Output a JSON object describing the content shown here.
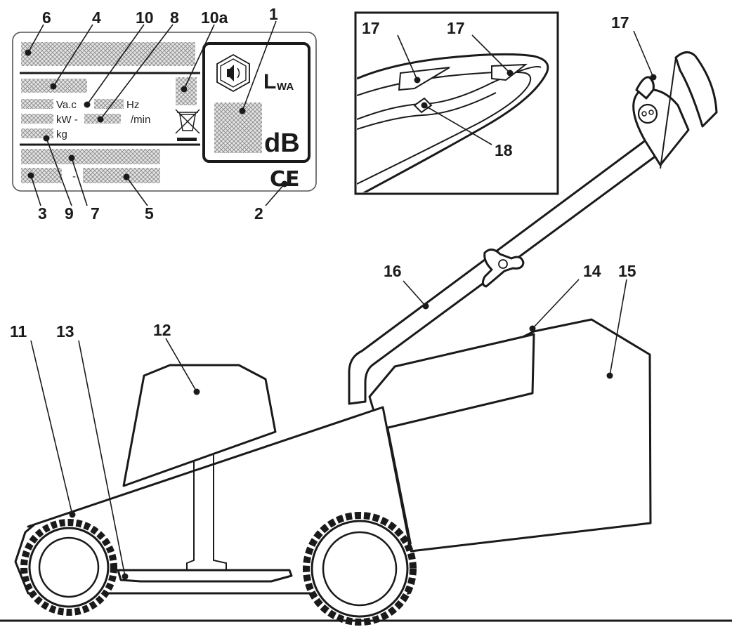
{
  "callouts": {
    "c1": "1",
    "c2": "2",
    "c3": "3",
    "c4": "4",
    "c5": "5",
    "c6": "6",
    "c7": "7",
    "c8": "8",
    "c9": "9",
    "c10": "10",
    "c10a": "10a",
    "c11": "11",
    "c12": "12",
    "c13": "13",
    "c14": "14",
    "c15": "15",
    "c16": "16",
    "c17_a": "17",
    "c17_b": "17",
    "c17_c": "17",
    "c18": "18"
  },
  "plate": {
    "volt_unit": "Va.c",
    "freq_unit": "Hz",
    "power_unit": "kW -",
    "speed_unit": "/min",
    "mass_unit": "kg",
    "dash": "-",
    "lwa_main": "L",
    "lwa_sub": "WA",
    "db_unit": "dB",
    "ce_mark": "CE"
  }
}
